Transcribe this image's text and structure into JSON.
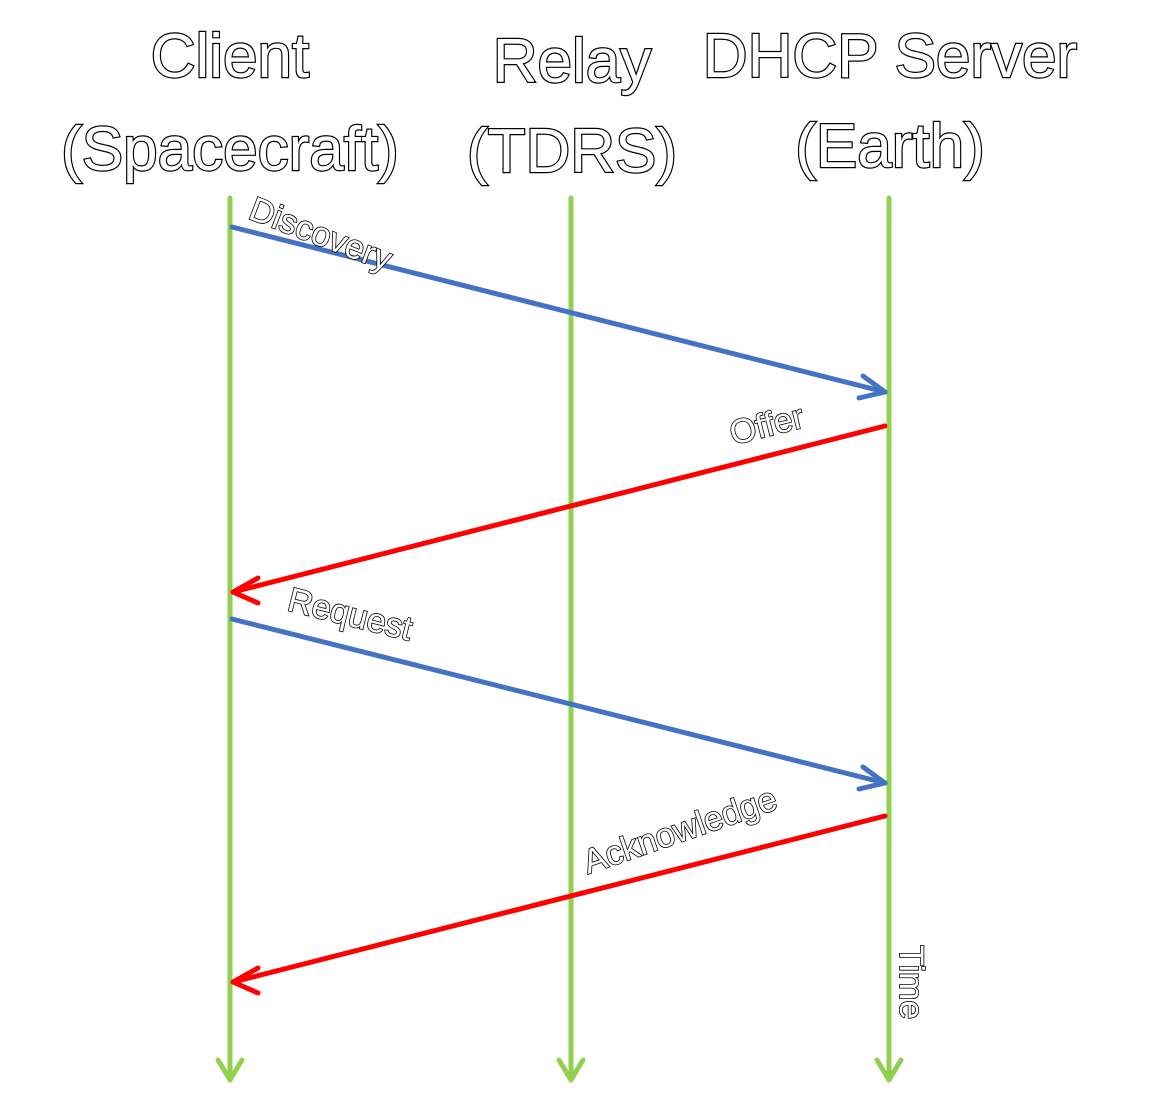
{
  "participants": [
    {
      "id": "client",
      "name": "Client",
      "role": "(Spacecraft)"
    },
    {
      "id": "relay",
      "name": "Relay",
      "role": "(TDRS)"
    },
    {
      "id": "server",
      "name": "DHCP Server",
      "role": "(Earth)"
    }
  ],
  "messages": [
    {
      "label": "Discovery",
      "from": "Client",
      "to": "DHCP Server",
      "color": "#4472C4"
    },
    {
      "label": "Offer",
      "from": "DHCP Server",
      "to": "Client",
      "color": "#FF0000"
    },
    {
      "label": "Request",
      "from": "Client",
      "to": "DHCP Server",
      "color": "#4472C4"
    },
    {
      "label": "Acknowledge",
      "from": "DHCP Server",
      "to": "Client",
      "color": "#FF0000"
    }
  ],
  "axis": {
    "label": "Time",
    "color": "#92D050"
  }
}
